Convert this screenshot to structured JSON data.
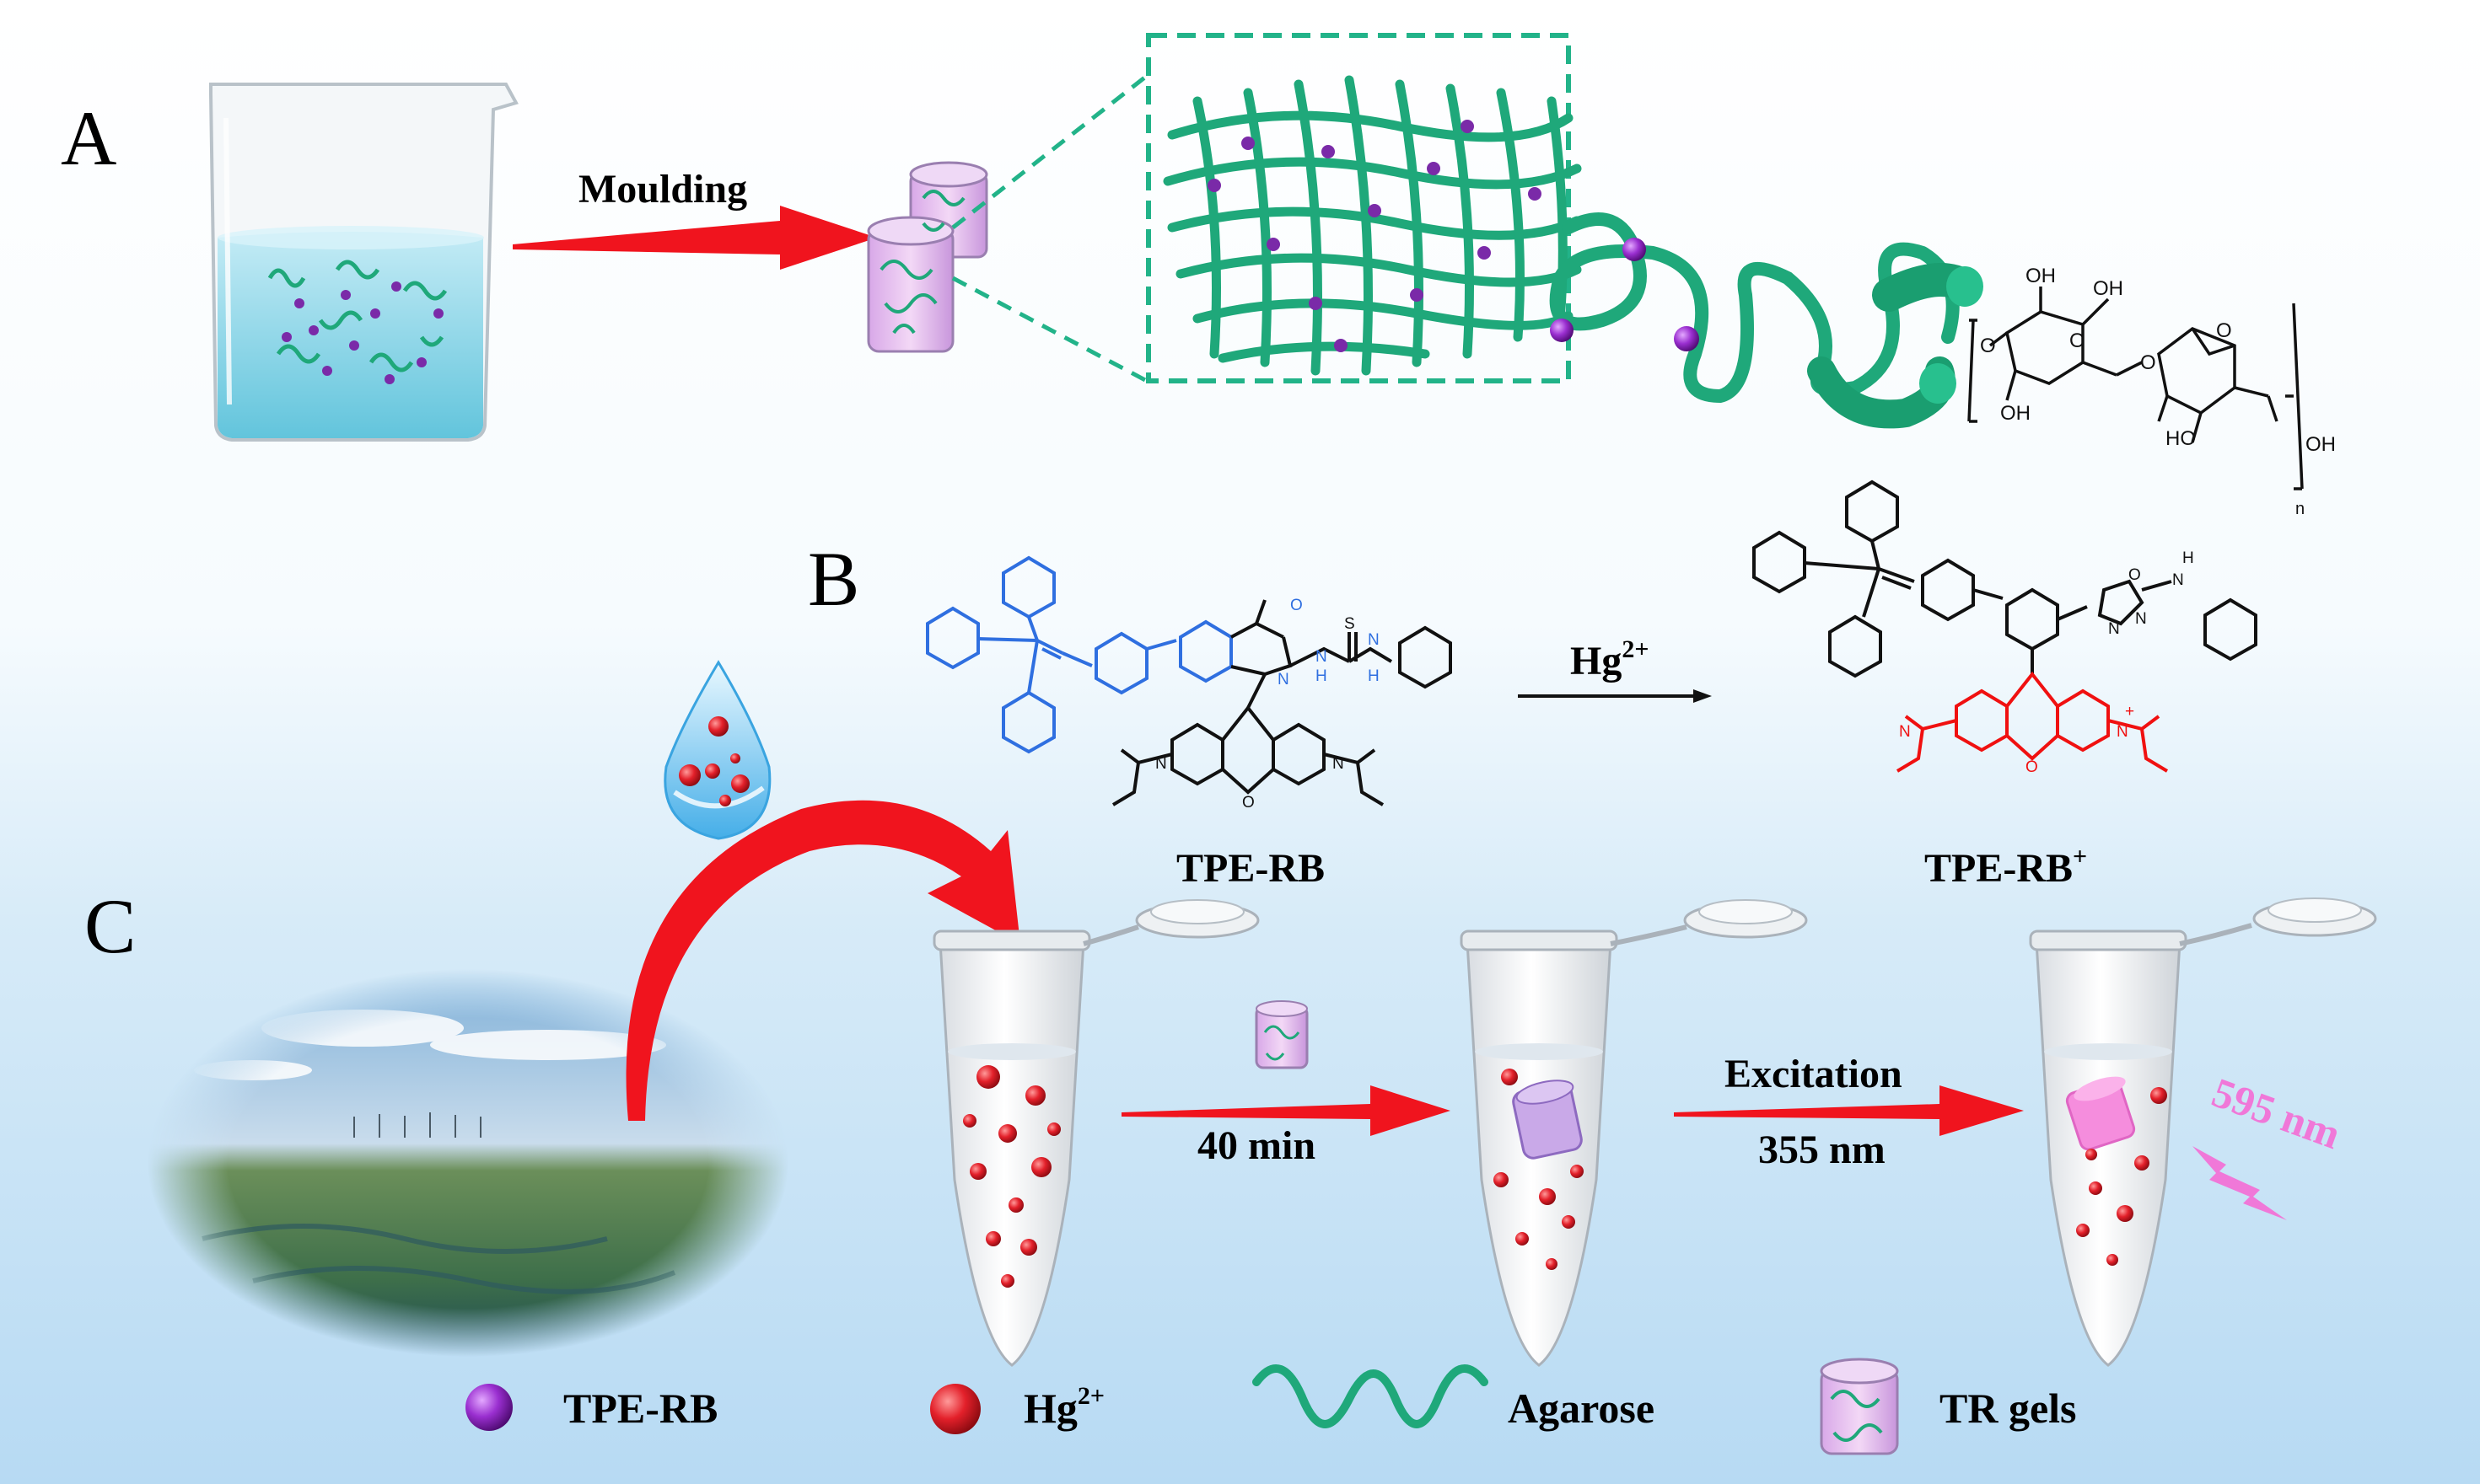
{
  "panels": {
    "a": "A",
    "b": "B",
    "c": "C"
  },
  "panel_a": {
    "arrow_label": "Moulding",
    "polymer_atoms": {
      "oh1": "OH",
      "oh2": "OH",
      "o1": "O",
      "o2": "O",
      "o3": "O",
      "o4": "O",
      "oh3": "OH",
      "ho": "HO",
      "oh4": "OH",
      "n": "n"
    }
  },
  "panel_b": {
    "reactant_name": "TPE-RB",
    "product_name": "TPE-RB",
    "product_superscript": "+",
    "reagent": "Hg",
    "reagent_superscript": "2+",
    "reactant_atoms": {
      "o_carbonyl": "O",
      "s": "S",
      "n1": "N",
      "n2": "N",
      "h1": "H",
      "n3": "N",
      "h2": "H",
      "n_left": "N",
      "o_xanthene": "O",
      "n_right": "N"
    },
    "product_atoms": {
      "o_ring": "O",
      "h": "H",
      "n_amine": "N",
      "n1": "N",
      "n2": "N",
      "n_left": "N",
      "o_xanthene": "O",
      "n_plus": "N",
      "plus": "+"
    }
  },
  "panel_c": {
    "time_label": "40 min",
    "excitation_label": "Excitation",
    "excitation_wavelength": "355 nm",
    "emission_wavelength": "595 nm"
  },
  "legend": {
    "items": [
      {
        "label": "TPE-RB",
        "color": "#8b2bb5"
      },
      {
        "label": "Hg",
        "superscript": "2+",
        "color": "#e0202a"
      },
      {
        "label": "Agarose",
        "color": "#1fa87a"
      },
      {
        "label": "TR gels",
        "color": "#e8a8e0"
      }
    ]
  },
  "colors": {
    "arrow_red": "#f0141e",
    "agarose_green": "#1fa87a",
    "reactant_blue": "#2f6fe0",
    "product_red": "#f01010",
    "emission_pink": "#f078d8"
  }
}
